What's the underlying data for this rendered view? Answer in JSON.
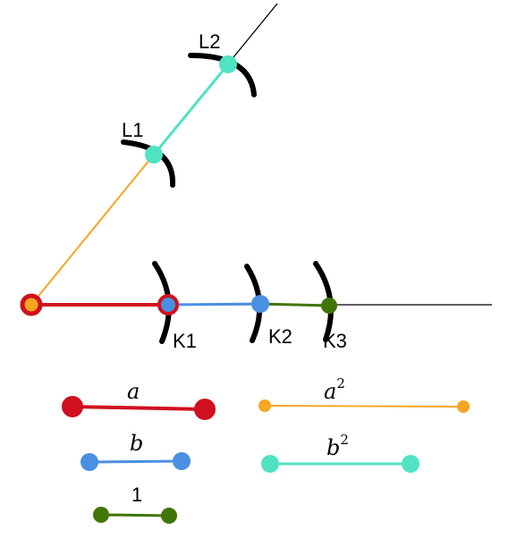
{
  "points": {
    "l1": "L1",
    "l2": "L2",
    "k1": "K1",
    "k2": "K2",
    "k3": "K3"
  },
  "legend": {
    "a": "a",
    "a2_base": "a",
    "a2_exp": "2",
    "b": "b",
    "b2_base": "b",
    "b2_exp": "2",
    "unit": "1"
  },
  "colors": {
    "a": "#d0101e",
    "b": "#4a90e2",
    "unit": "#417505",
    "a_squared": "#f5a623",
    "b_squared": "#50e3c2"
  }
}
